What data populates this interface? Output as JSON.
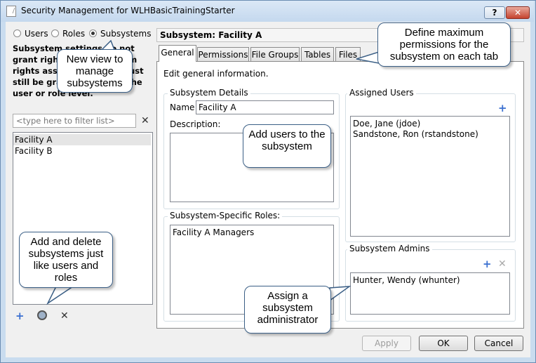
{
  "window": {
    "title": "Security Management for WLHBasicTrainingStarter",
    "help_label": "?",
    "close_label": "✕"
  },
  "view_options": {
    "users": "Users",
    "roles": "Roles",
    "subsystems": "Subsystems",
    "selected": "subsystems"
  },
  "left_panel": {
    "description": "Subsystem settings do not grant rights. The maximum rights assigned to user must still be granted rights at the user or role level.",
    "filter_placeholder": "<type here to filter list>",
    "subsystems": [
      "Facility A",
      "Facility B"
    ],
    "selected_subsystem": "Facility A"
  },
  "subsystem_header": "Subsystem: Facility A",
  "tabs": [
    "General",
    "Permissions",
    "File Groups",
    "Tables",
    "Files"
  ],
  "active_tab": "General",
  "general": {
    "intro": "Edit general information.",
    "details_title": "Subsystem Details",
    "name_label": "Name",
    "name_value": "Facility A",
    "description_label": "Description:",
    "roles_title": "Subsystem-Specific Roles:",
    "roles": [
      "Facility A Managers"
    ],
    "assigned_users_title": "Assigned Users",
    "assigned_users": [
      "Doe, Jane (jdoe)",
      "Sandstone, Ron (rstandstone)"
    ],
    "admins_title": "Subsystem Admins",
    "admins": [
      "Hunter, Wendy (whunter)"
    ]
  },
  "buttons": {
    "apply": "Apply",
    "ok": "OK",
    "cancel": "Cancel"
  },
  "callouts": {
    "new_view": "New view to manage subsystems",
    "add_delete": "Add and delete subsystems just like users and roles",
    "define_max": "Define maximum permissions for the subsystem on each tab",
    "add_users": "Add users to the subsystem",
    "assign_admin": "Assign a subsystem administrator"
  },
  "colors": {
    "titlebar": "#c4d8ee",
    "close_button": "#c5432f",
    "accent_plus": "#3a6fd0",
    "callout_border": "#3b5f86"
  }
}
